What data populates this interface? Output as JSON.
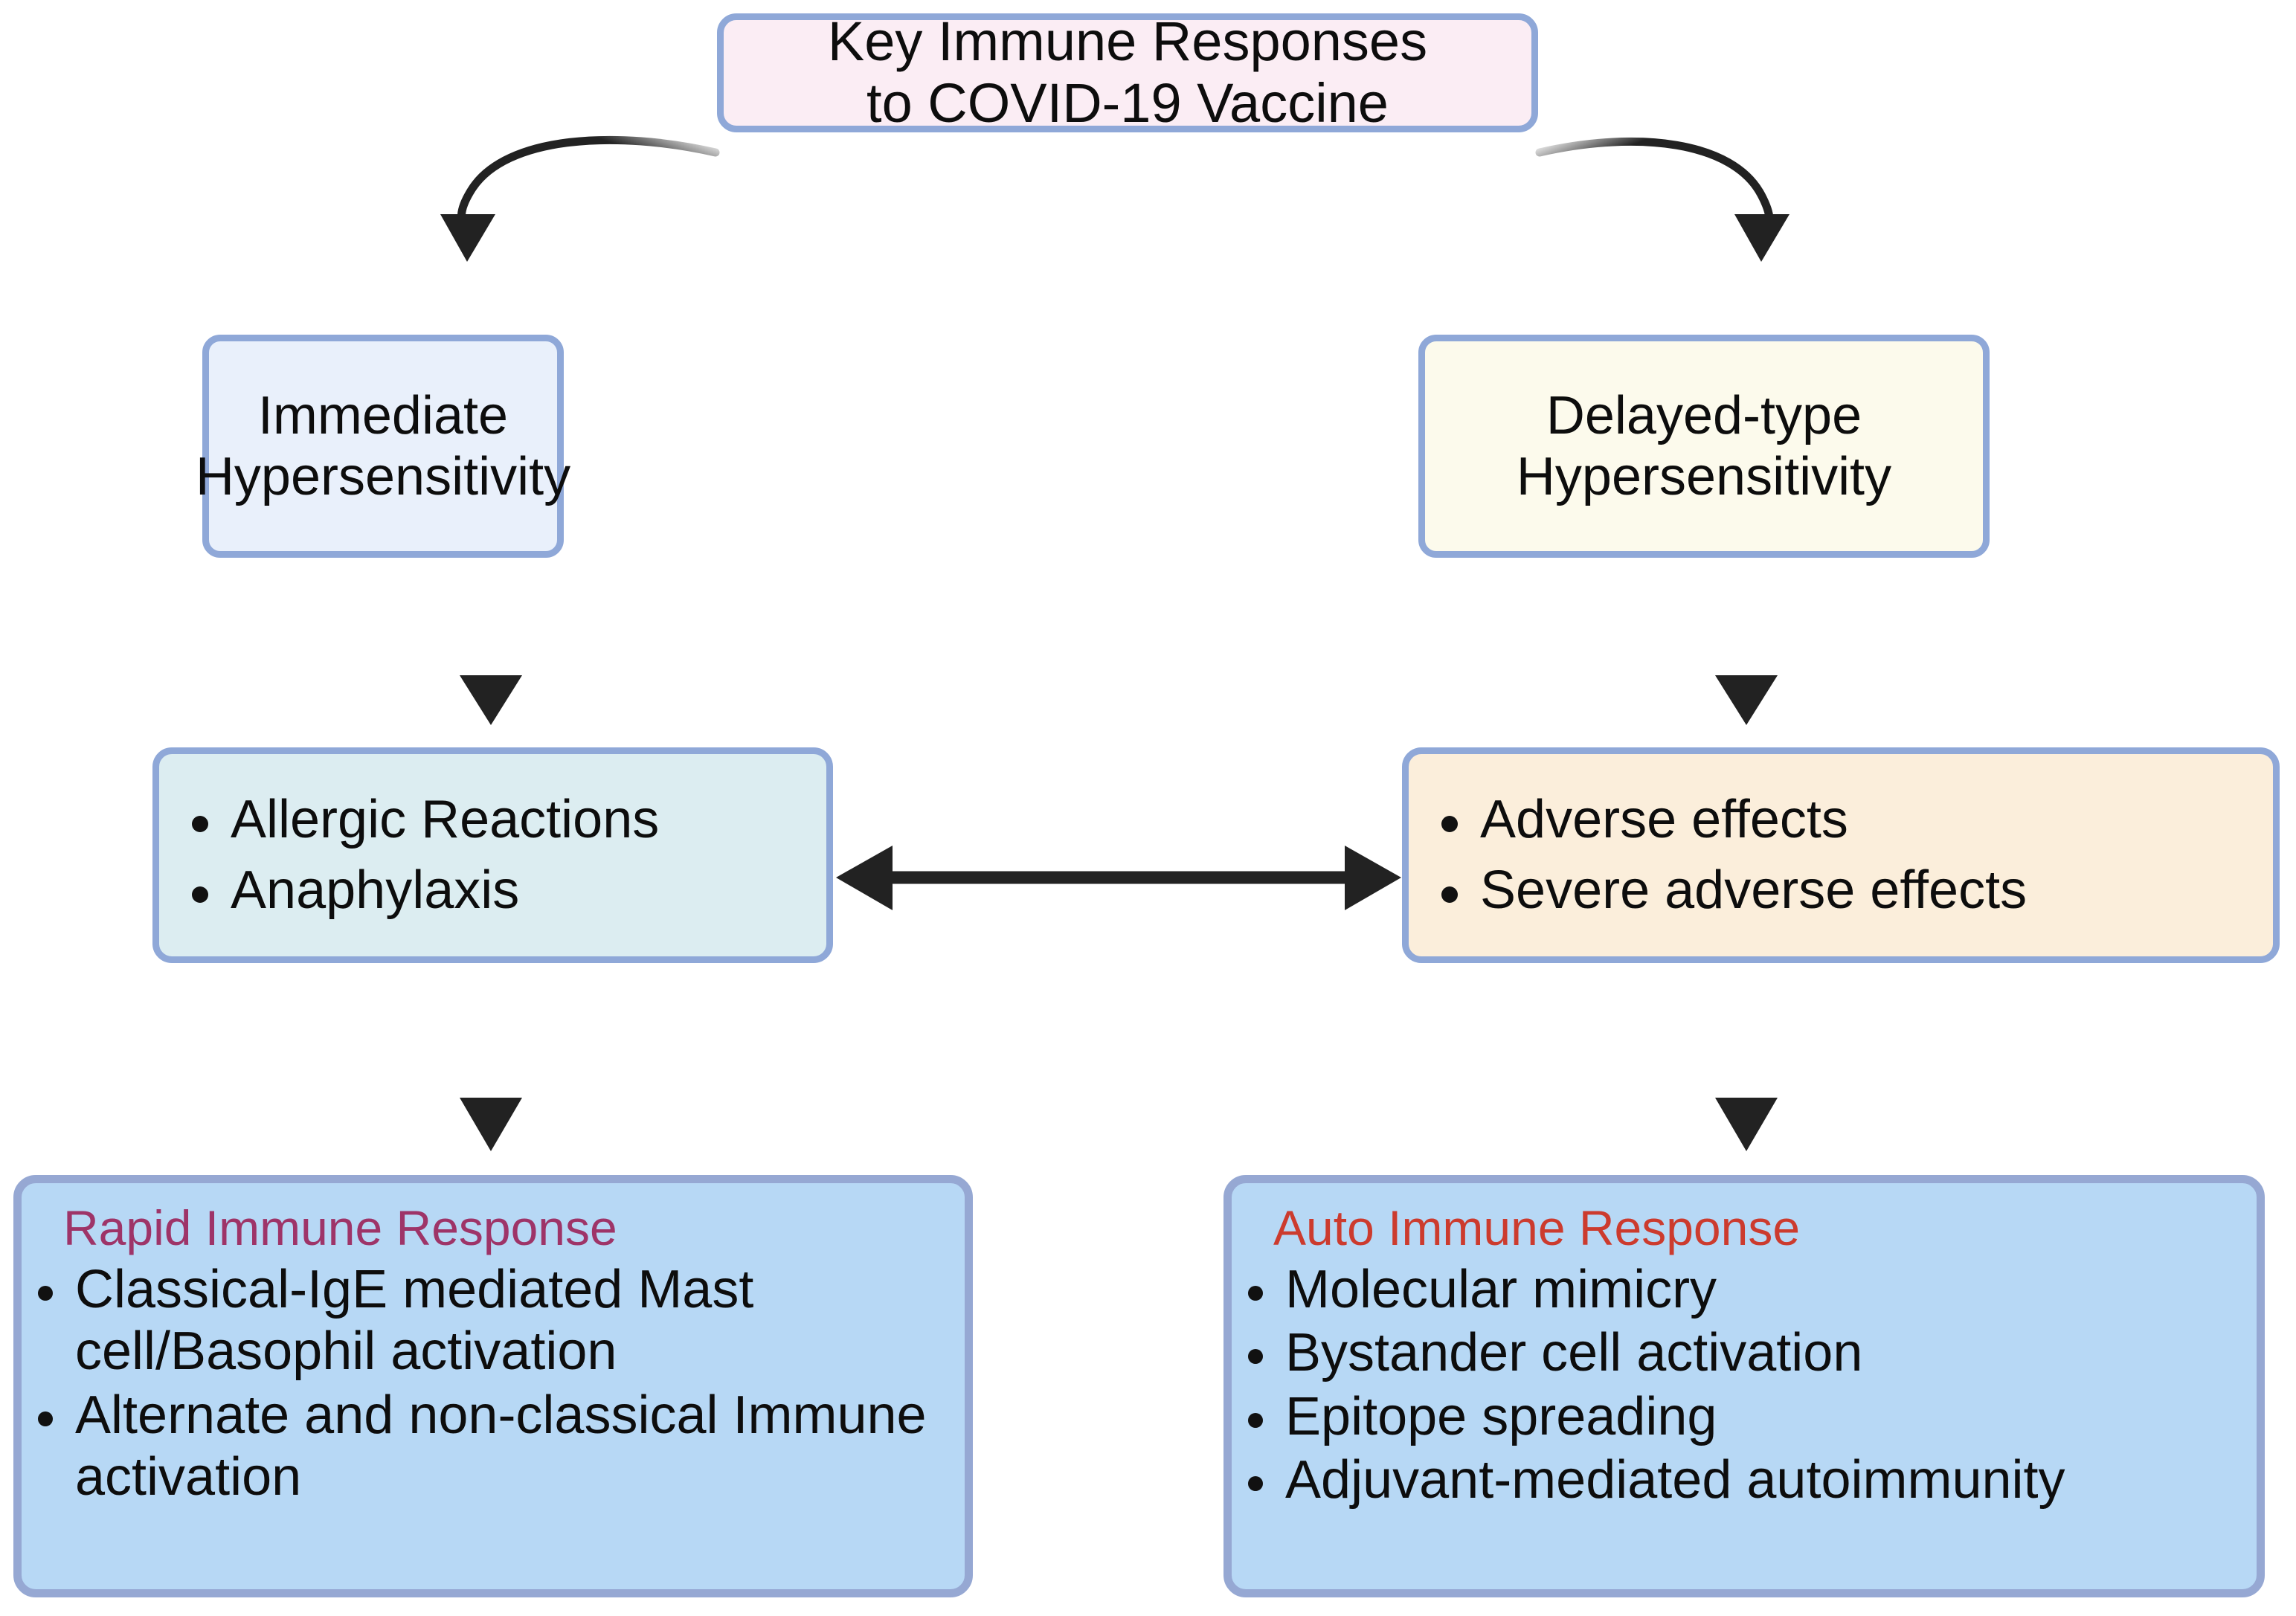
{
  "diagram": {
    "title_text": "Key Immune Responses to COVID-19 Vaccine",
    "colors": {
      "border_blue": "#8FA8D8",
      "root_fill": "#FBEDF4",
      "immediate_fill": "#E9F0FB",
      "delayed_fill": "#FCFAEC",
      "allergic_fill": "#DCEDF1",
      "adverse_fill": "#FBEEDB",
      "bottom_fill": "#B7D8F5",
      "rapid_heading": "#9E3468",
      "auto_heading": "#CC3B2E",
      "arrow": "#222222"
    }
  },
  "nodes": {
    "root": {
      "line1": "Key Immune Responses",
      "line2": "to COVID-19 Vaccine"
    },
    "immediate": {
      "line1": "Immediate",
      "line2": "Hypersensitivity"
    },
    "delayed": {
      "line1": "Delayed-type",
      "line2": "Hypersensitivity"
    },
    "allergic": {
      "bullets": [
        "Allergic Reactions",
        "Anaphylaxis"
      ]
    },
    "adverse": {
      "bullets": [
        "Adverse effects",
        "Severe adverse effects"
      ]
    },
    "rapid": {
      "heading": "Rapid Immune Response",
      "bullets": [
        "Classical-IgE mediated Mast cell/Basophil activation",
        "Alternate and non-classical Immune activation"
      ]
    },
    "auto": {
      "heading": "Auto Immune Response",
      "bullets": [
        "Molecular mimicry",
        "Bystander cell activation",
        "Epitope spreading",
        "Adjuvant-mediated autoimmunity"
      ]
    }
  },
  "edges": [
    {
      "name": "root-to-immediate",
      "style": "curved-arrow"
    },
    {
      "name": "root-to-delayed",
      "style": "curved-arrow"
    },
    {
      "name": "immediate-to-allergic",
      "style": "straight-arrow"
    },
    {
      "name": "delayed-to-adverse",
      "style": "straight-arrow"
    },
    {
      "name": "allergic-to-adverse",
      "style": "double-arrow"
    },
    {
      "name": "allergic-to-rapid",
      "style": "straight-arrow"
    },
    {
      "name": "adverse-to-auto",
      "style": "straight-arrow"
    }
  ]
}
